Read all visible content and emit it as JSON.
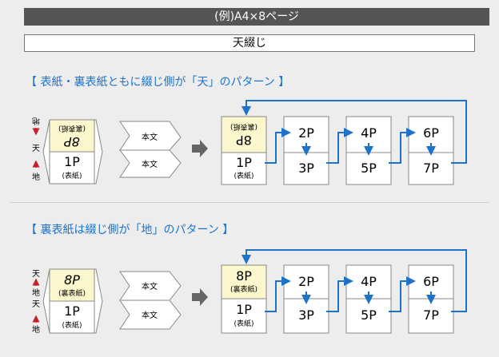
{
  "header": {
    "title": "(例)A4×8ページ",
    "subtitle": "天綴じ"
  },
  "sections": [
    {
      "heading": "【 表紙・裏表紙ともに綴じ側が「天」のパターン 】",
      "side_label": {
        "top": "地",
        "mid": "天",
        "bottom": "地"
      },
      "cover": {
        "back_page": "8P",
        "back_label": "(裏表紙)",
        "front_page": "1P",
        "front_label": "(表紙)"
      },
      "body_label": "本文",
      "result": {
        "back_page": "8P",
        "back_label": "(裏表紙)",
        "front_page": "1P",
        "front_label": "(表紙)",
        "pages": [
          "2P",
          "3P",
          "4P",
          "5P",
          "6P",
          "7P"
        ]
      }
    },
    {
      "heading": "【 裏表紙は綴じ側が「地」のパターン 】",
      "side_label": {
        "top": "天",
        "mid": "地",
        "mid2": "天",
        "bottom": "地"
      },
      "cover": {
        "back_page": "8P",
        "back_label": "(裏表紙)",
        "front_page": "1P",
        "front_label": "(表紙)"
      },
      "body_label": "本文",
      "result": {
        "back_page": "8P",
        "back_label": "(裏表紙)",
        "front_page": "1P",
        "front_label": "(表紙)",
        "pages": [
          "2P",
          "3P",
          "4P",
          "5P",
          "6P",
          "7P"
        ]
      }
    }
  ],
  "colors": {
    "accent": "#1e73c9",
    "cover_yellow": "#fbf6cc",
    "arrow_red": "#c8202a"
  }
}
